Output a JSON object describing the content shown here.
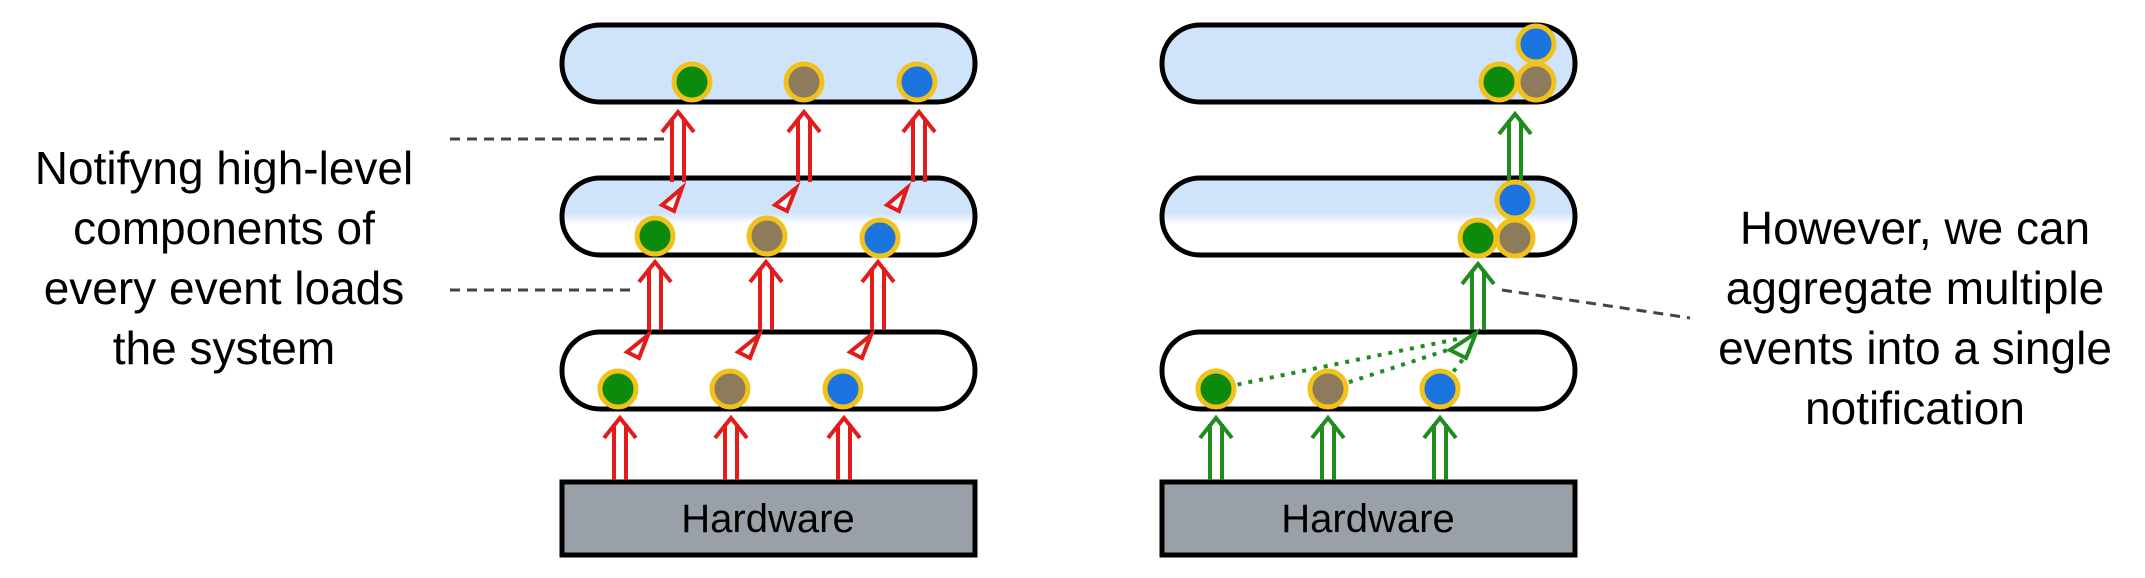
{
  "captions": {
    "left": "Notifyng high-level\ncomponents of\nevery event loads\nthe system",
    "right": "However, we can\naggregate multiple\nevents into a single\nnotification"
  },
  "panels": {
    "left": {
      "hardware_label": "Hardware",
      "arrow_color": "#e21b1b"
    },
    "right": {
      "hardware_label": "Hardware",
      "arrow_color": "#1e8c1e"
    }
  },
  "colors": {
    "event_green": "#0b8a0b",
    "event_brown": "#8d7b5c",
    "event_blue": "#1c74de",
    "event_outline": "#f2c21c",
    "layer_fill_top": "#cfe3fb",
    "hardware_fill": "#9aa0a8",
    "leader_line": "#444444"
  }
}
